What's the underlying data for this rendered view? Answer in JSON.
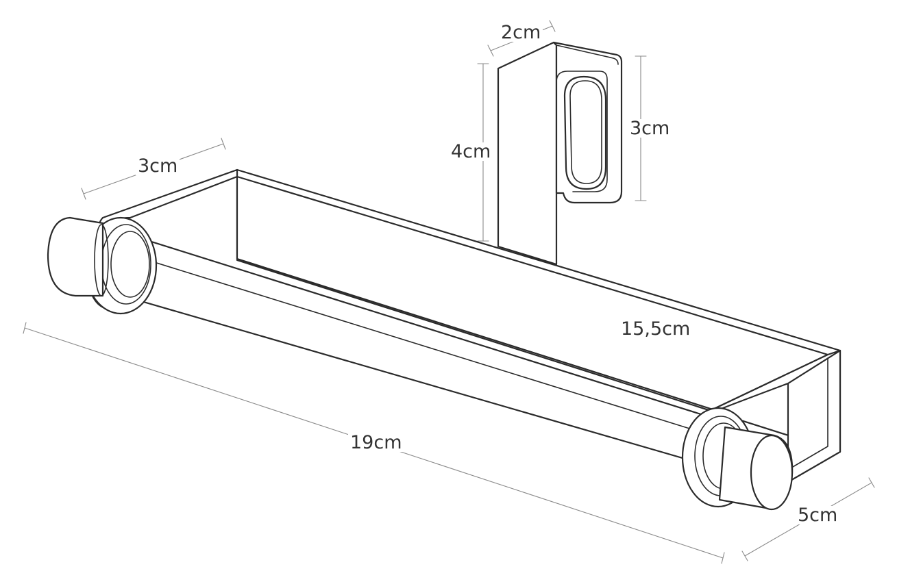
{
  "dimensions": {
    "hook_width": "2cm",
    "hook_height": "4cm",
    "slot_height": "3cm",
    "plate_depth": "3cm",
    "inner_length": "15,5cm",
    "total_length": "19cm",
    "total_depth": "5cm"
  },
  "colors": {
    "line": "#2b2b2b",
    "dimension_line": "#8a8a8a",
    "background": "#ffffff"
  }
}
